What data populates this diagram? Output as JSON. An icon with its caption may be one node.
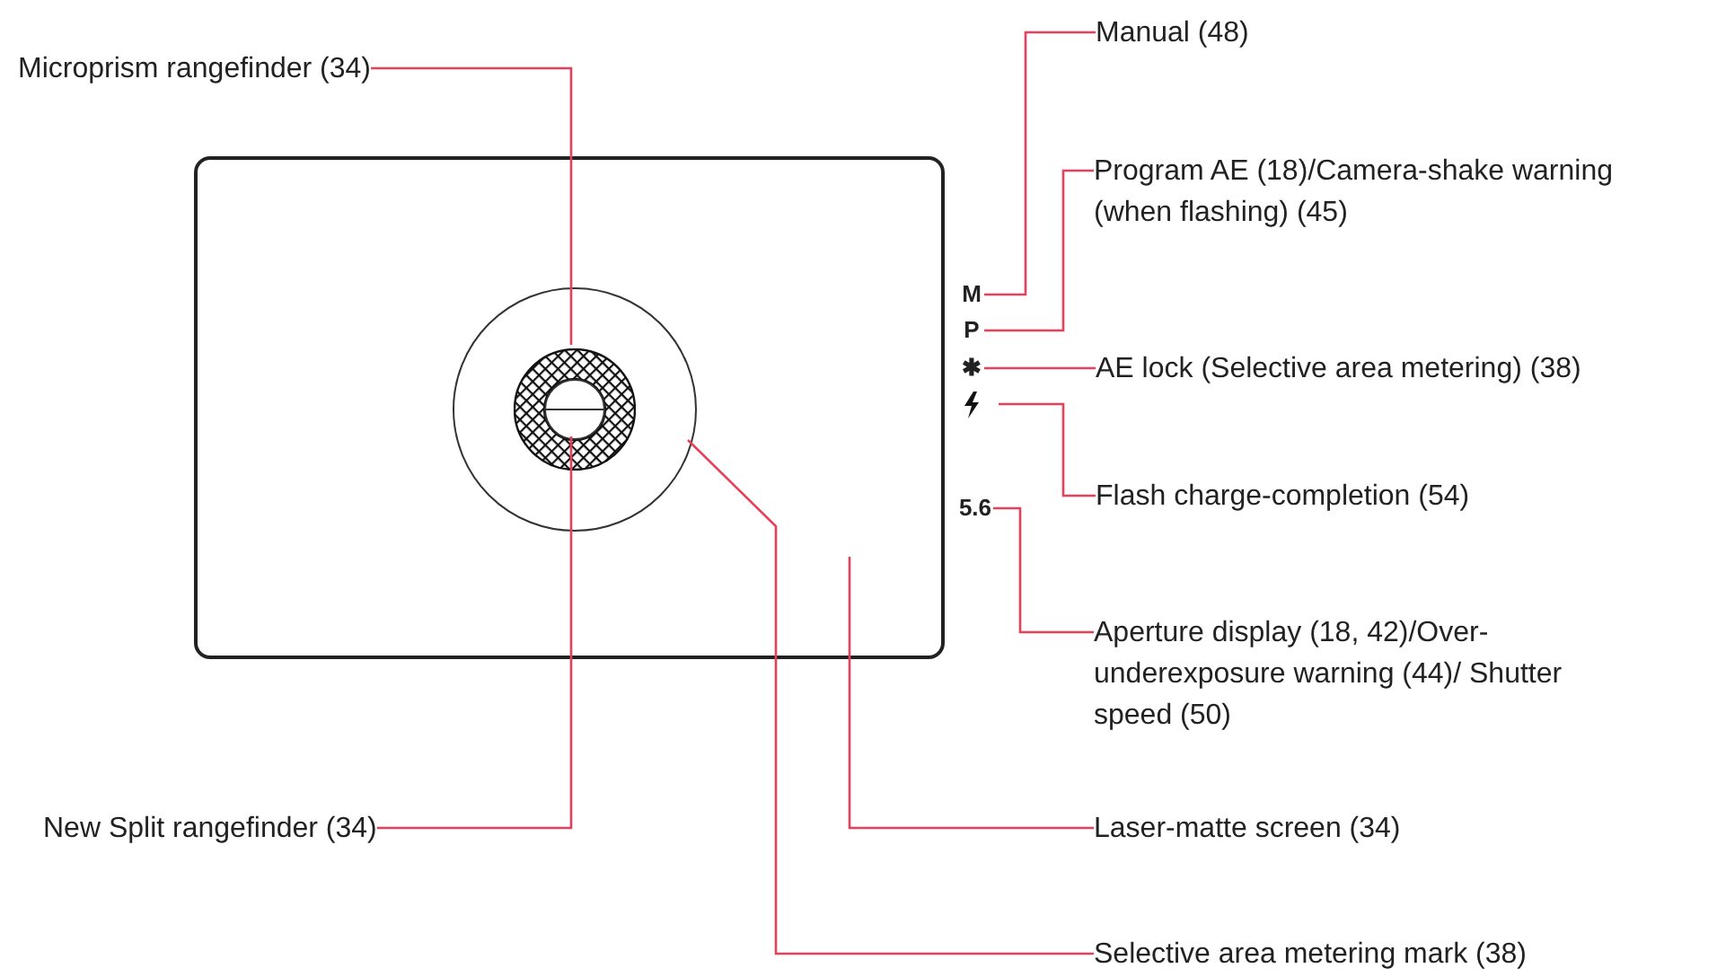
{
  "diagram": {
    "nodes": [
      {
        "text": [
          "Microprism rangefinder (34)"
        ]
      },
      {
        "text": [
          "Manual (48)"
        ]
      },
      {
        "text": [
          "Program AE (18)/Camera-shake warning (when flashing) (45)"
        ]
      },
      {
        "text": [],
        "shape": "box"
      },
      {
        "text": [],
        "shape": "circle",
        "in": 3
      },
      {
        "text": [],
        "shape": "ring",
        "in": 4
      },
      {
        "text": [],
        "shape": "circle",
        "in": 5
      },
      {
        "text": [
          "M"
        ]
      },
      {
        "text": [
          "P"
        ]
      },
      {
        "text": [
          "✱"
        ]
      },
      {
        "text": [],
        "shape": "bolt"
      },
      {
        "text": [
          "5.6"
        ]
      },
      {
        "text": [
          "AE lock (Selective area metering) (38)"
        ]
      },
      {
        "text": [
          "Flash charge-completion (54)"
        ]
      },
      {
        "text": [
          "Aperture display (18, 42)/Over- underexposure warning (44)/ Shutter speed (50)"
        ]
      },
      {
        "text": [
          "New Split rangefinder (34)"
        ]
      },
      {
        "text": [
          "Laser-matte screen (34)"
        ]
      },
      {
        "text": [
          "Selective area metering mark (38)"
        ]
      }
    ],
    "edges": [
      {
        "from": 0,
        "to": 5,
        "arrow": "none"
      },
      {
        "from": 1,
        "to": 7,
        "arrow": "none"
      },
      {
        "from": 2,
        "to": 8,
        "arrow": "none"
      },
      {
        "from": 12,
        "to": 9,
        "arrow": "none"
      },
      {
        "from": 13,
        "to": 10,
        "arrow": "none"
      },
      {
        "from": 14,
        "to": 11,
        "arrow": "none"
      },
      {
        "from": 15,
        "to": 6,
        "arrow": "none"
      },
      {
        "from": 16,
        "to": null,
        "arrow": "none"
      },
      {
        "from": 17,
        "to": 4,
        "arrow": "none"
      }
    ]
  }
}
